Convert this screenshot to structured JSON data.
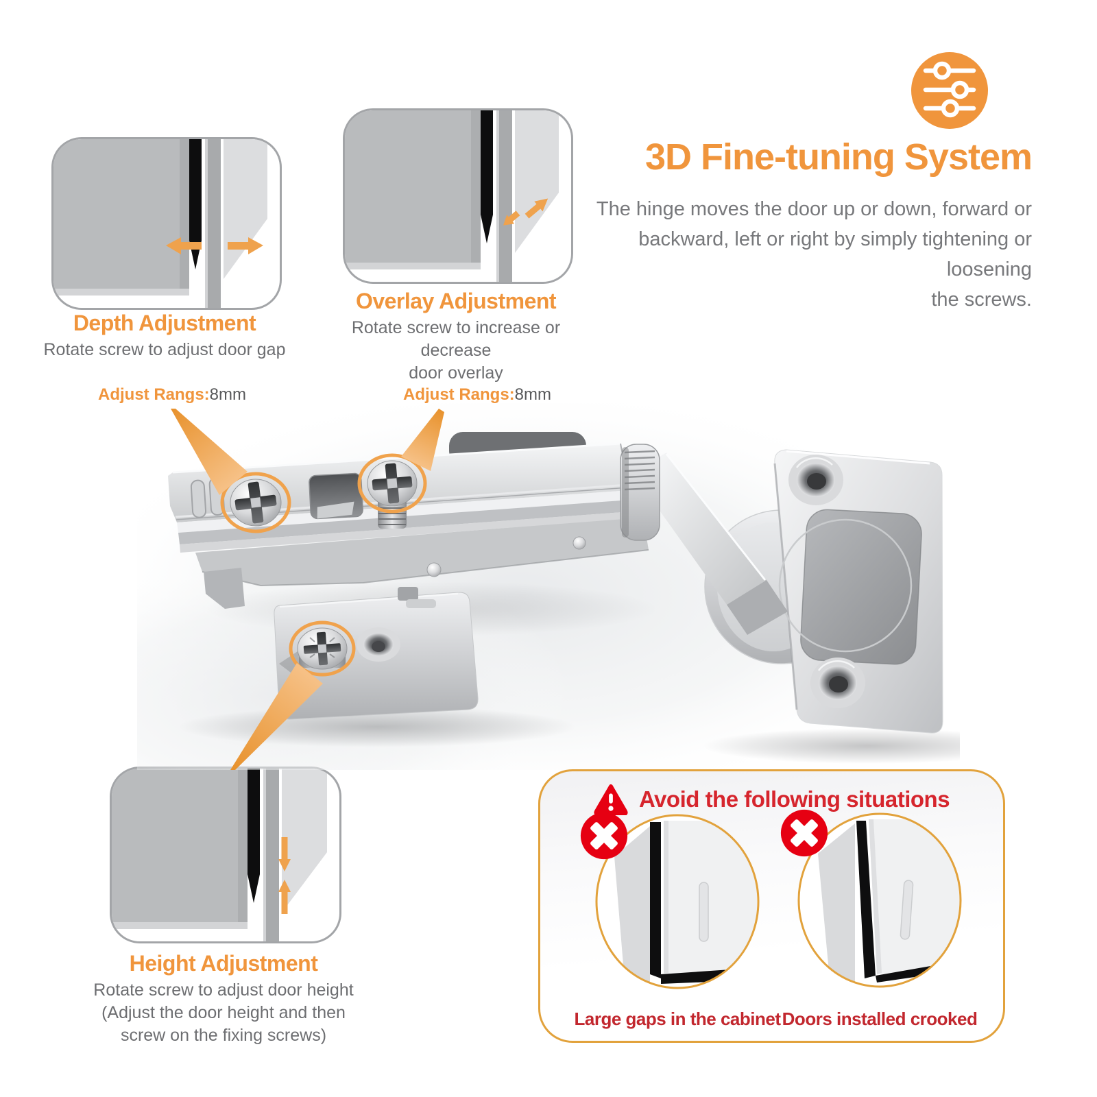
{
  "theme": {
    "accent_orange": "#F0953C",
    "beam_orange": "#EFA24D",
    "ring_orange": "#F0A24C",
    "alert_red": "#E60012",
    "red_title": "#D6252D",
    "red_caption": "#C2272E",
    "body_gray": "#77787B",
    "desc_gray": "#6D6E71",
    "value_gray": "#58595B",
    "box_border_gray": "#A3A5A8",
    "panel_border_orange": "#E2A23C"
  },
  "header": {
    "icon": "tuning-sliders-icon",
    "title": "3D Fine-tuning System",
    "description": "The hinge moves the door up or down, forward or backward, left or right by simply tightening or loosening the screws.",
    "description_lines": [
      "The hinge moves the door up or down, forward or",
      "backward, left or right by simply tightening or loosening",
      "the screws."
    ]
  },
  "features": [
    {
      "title": "Depth Adjustment",
      "description": "Rotate screw to adjust door gap",
      "lines": [
        "Rotate screw to adjust door gap"
      ]
    },
    {
      "title": "Overlay Adjustment",
      "description": "Rotate screw to increase or decrease door overlay",
      "lines": [
        "Rotate screw to increase or decrease",
        "door overlay"
      ]
    },
    {
      "title": "Height Adjustment",
      "description": "Rotate screw to adjust door height (Adjust the door height and then screw on the fixing screws)",
      "lines": [
        "Rotate screw to adjust door height",
        "(Adjust the door height and then",
        "screw on the fixing screws)"
      ]
    }
  ],
  "callouts": [
    {
      "prefix": "Adjust Rangs:",
      "value": "8mm"
    },
    {
      "prefix": "Adjust Rangs:",
      "value": "8mm"
    }
  ],
  "warning": {
    "title": "Avoid the following situations",
    "items": [
      {
        "caption": "Large gaps in the cabinet"
      },
      {
        "caption": "Doors installed crooked"
      }
    ]
  }
}
